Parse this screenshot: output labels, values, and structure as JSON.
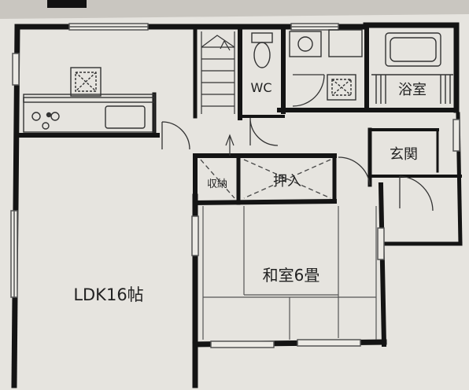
{
  "rooms": {
    "ldk": "LDK16帖",
    "washitsu": "和室6畳",
    "wc": "WC",
    "yokushitsu": "浴室",
    "genkan": "玄関",
    "oshiire": "押入",
    "shunou": "収納"
  },
  "colors": {
    "paper": "#e6e4df",
    "wall": "#141414",
    "line": "#333333",
    "tatami_bg": "#e2e0da"
  }
}
